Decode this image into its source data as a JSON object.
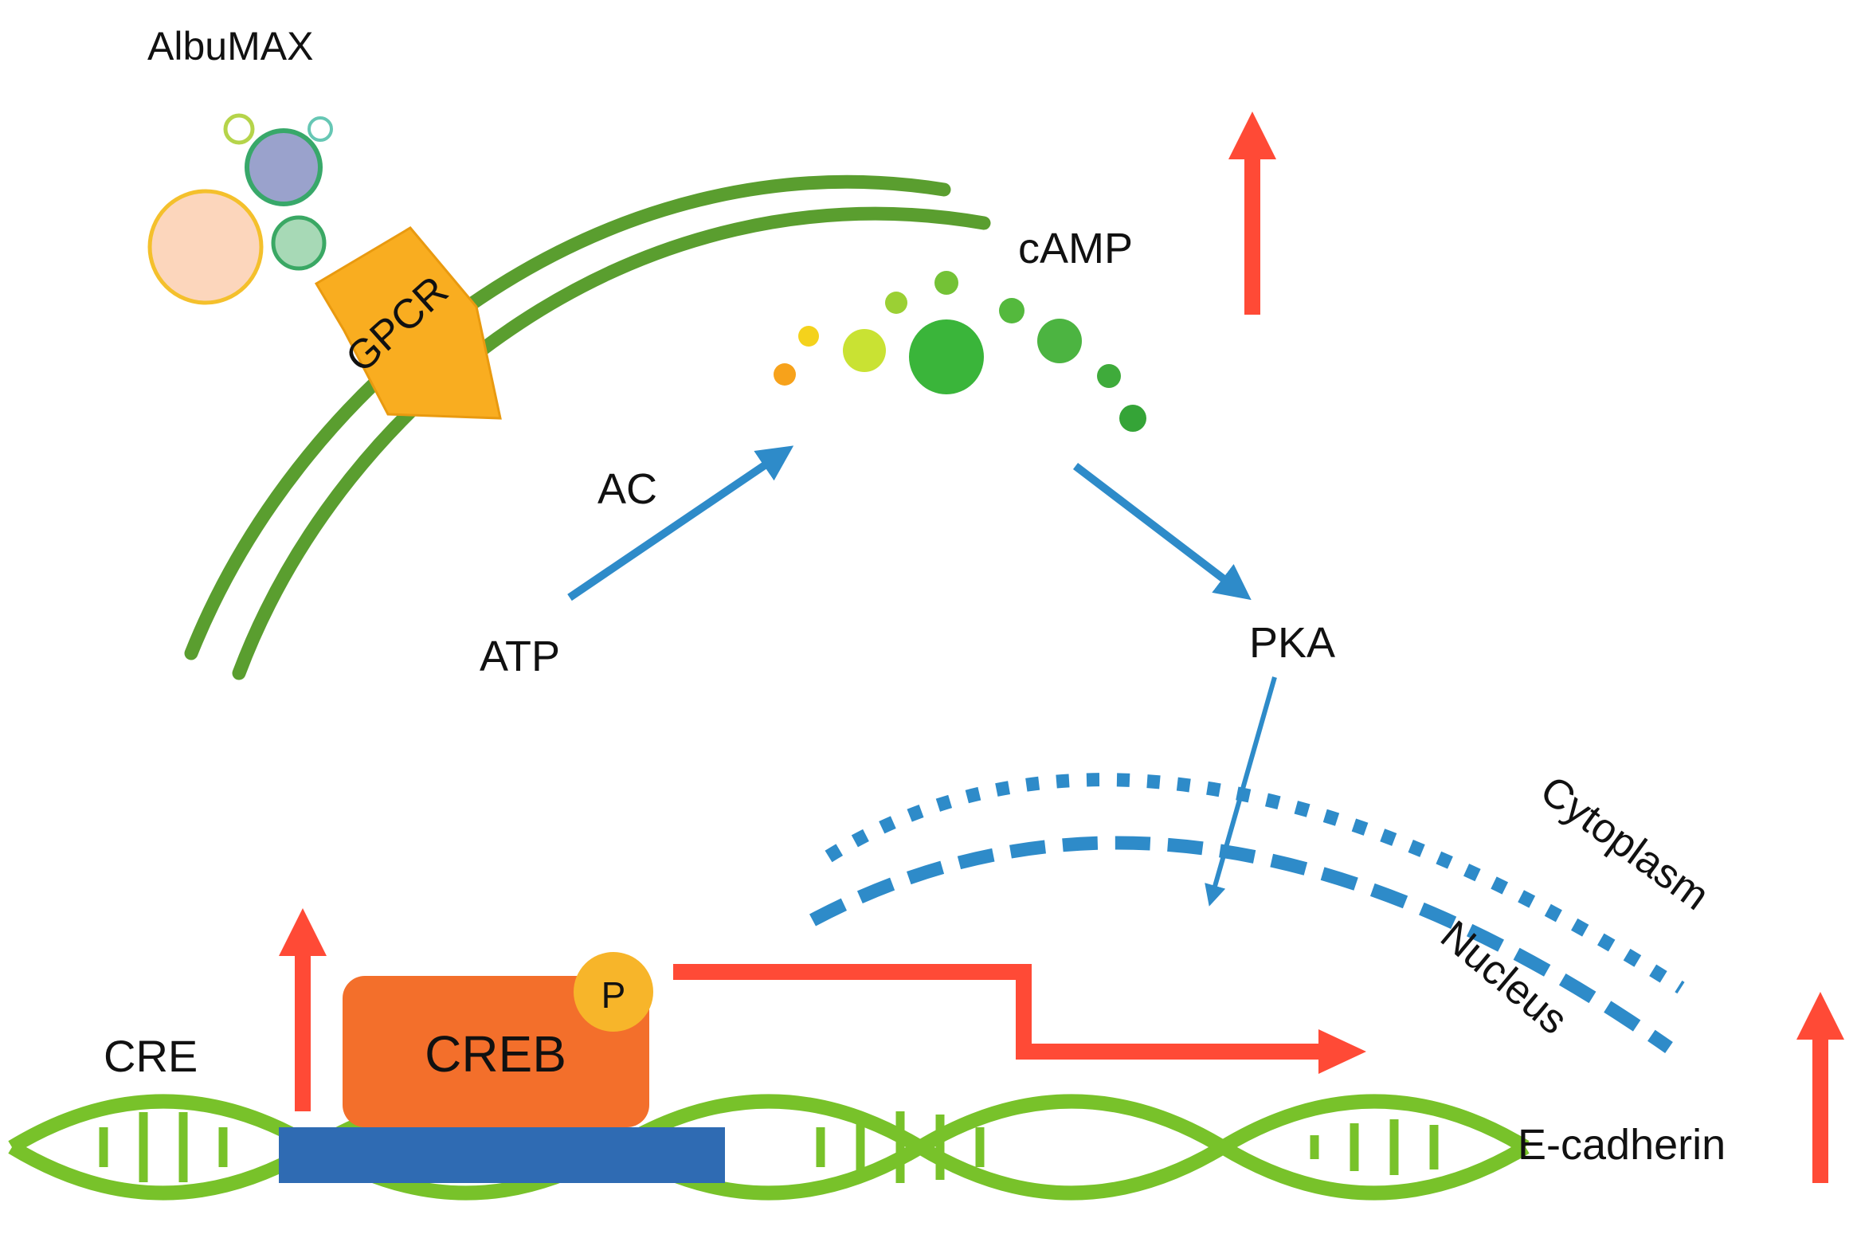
{
  "labels": {
    "albumax": "AlbuMAX",
    "gpcr": "GPCR",
    "camp": "cAMP",
    "ac": "AC",
    "atp": "ATP",
    "pka": "PKA",
    "cytoplasm": "Cytoplasm",
    "nucleus": "Nucleus",
    "cre": "CRE",
    "creb": "CREB",
    "p": "P",
    "ecadherin": "E-cadherin"
  },
  "colors": {
    "membrane_green": "#5a9e2f",
    "arrow_blue": "#2e8bc9",
    "arrow_red": "#ff4a36",
    "creb_orange": "#f36f2b",
    "phospho_yellow": "#f7b52a",
    "gpcr_orange": "#f9ad20",
    "dna_green": "#78c22a",
    "cre_blue": "#2f6bb3"
  }
}
